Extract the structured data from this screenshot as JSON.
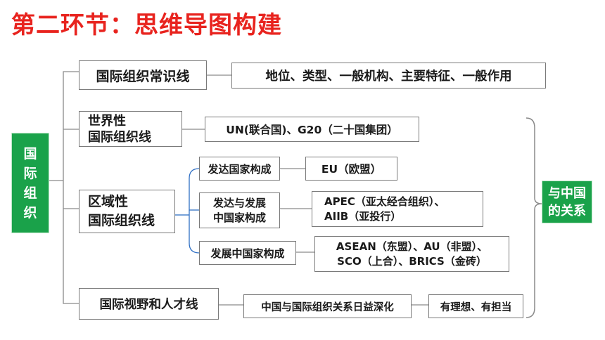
{
  "title": "第二环节：思维导图构建",
  "root": [
    "国",
    "际",
    "组",
    "织"
  ],
  "relation": [
    "与中国",
    "的关系"
  ],
  "lines": {
    "common": {
      "label": "国际组织常识线",
      "detail": "地位、类型、一般机构、主要特征、一般作用"
    },
    "world": {
      "label": [
        "世界性",
        "国际组织线"
      ],
      "detail": "UN(联合国)、G20（二十国集团）"
    },
    "region": {
      "label": [
        "区域性",
        "国际组织线"
      ],
      "items": [
        {
          "label": "发达国家构成",
          "detail": [
            "EU（欧盟）"
          ]
        },
        {
          "label": [
            "发达与发展",
            "中国家构成"
          ],
          "detail": [
            "APEC（亚太经合组织）、",
            "AIIB（亚投行）"
          ]
        },
        {
          "label": "发展中国家构成",
          "detail": [
            "ASEAN（东盟）、AU（非盟）、",
            "SCO（上合）、BRICS（金砖）"
          ]
        }
      ]
    },
    "talent": {
      "label": "国际视野和人才线",
      "detail": "中国与国际组织关系日益深化",
      "goal": "有理想、有担当"
    }
  },
  "colors": {
    "title": "#e8231e",
    "green": "#1aa24a",
    "connector_gray": "#8a8a8a",
    "connector_blue": "#2f6fc4"
  }
}
